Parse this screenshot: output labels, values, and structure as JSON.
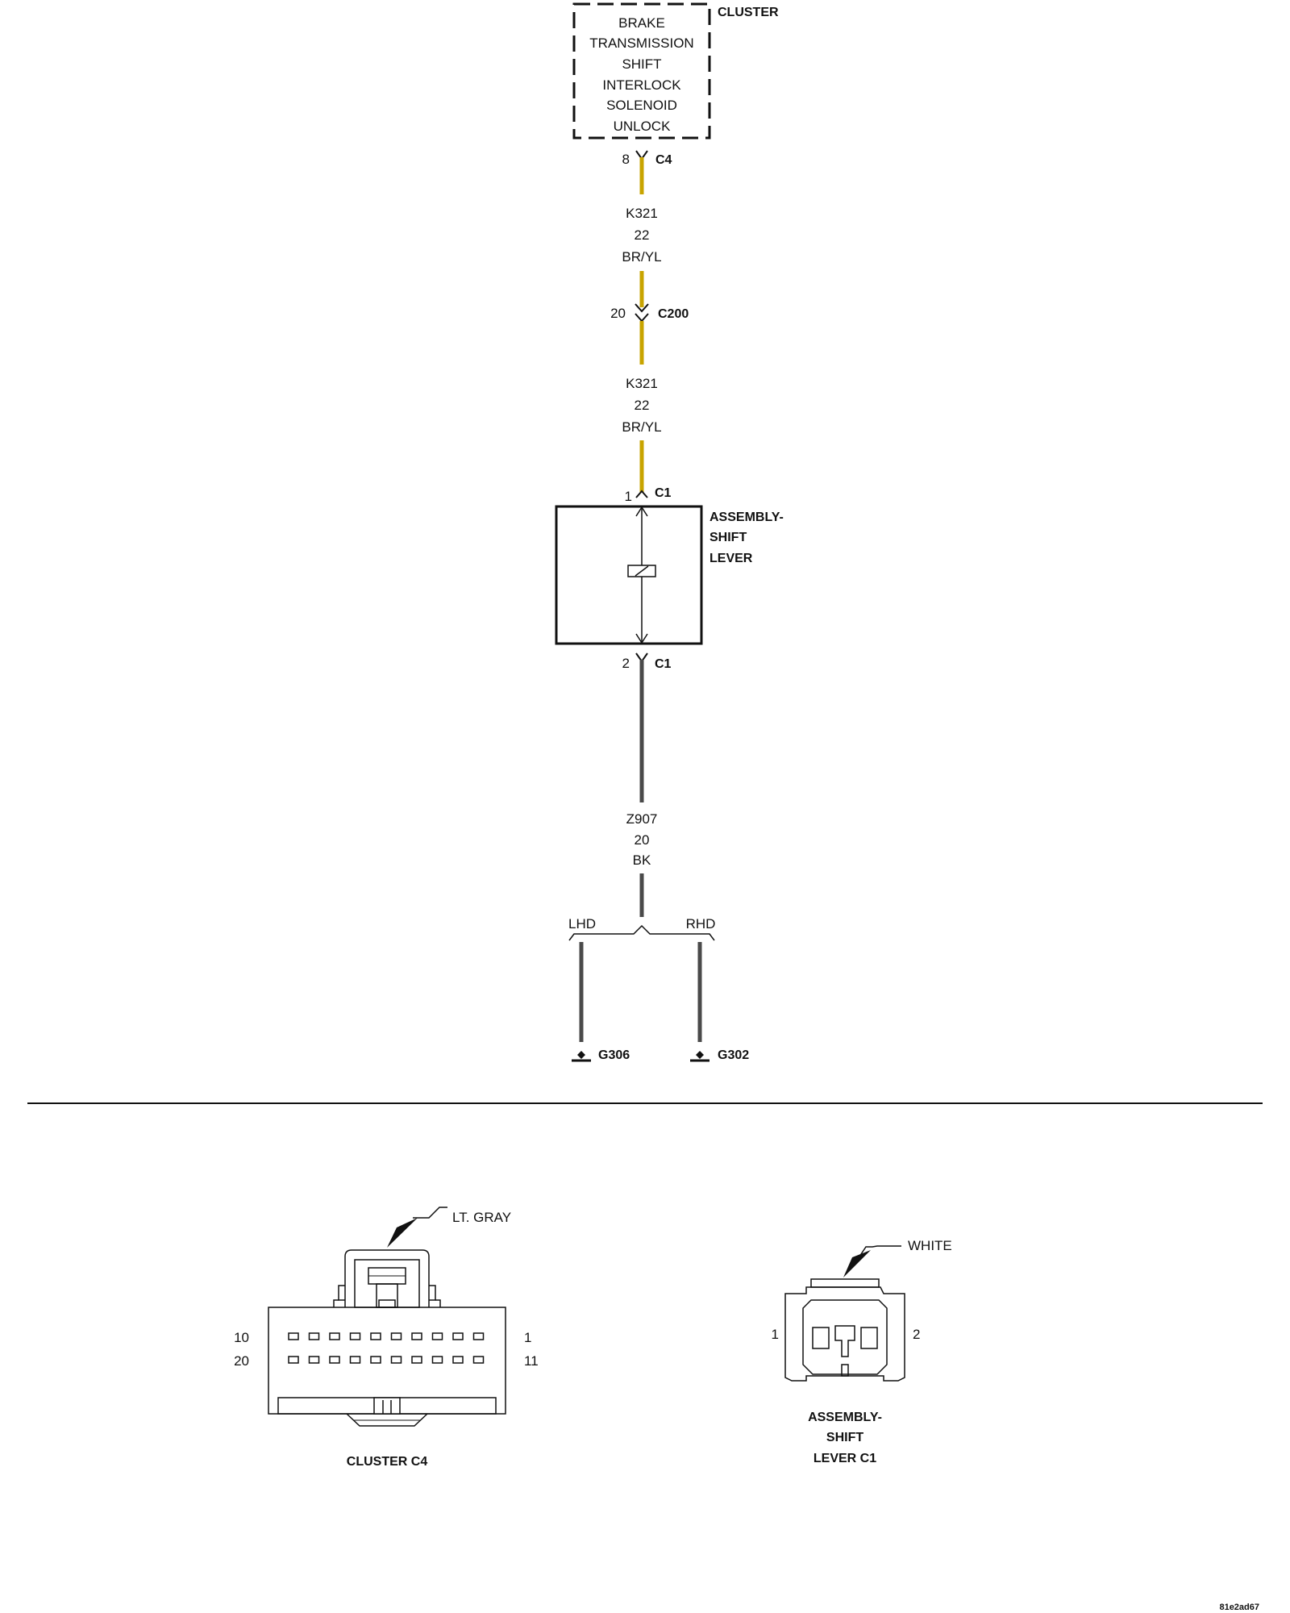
{
  "colors": {
    "wire_br_yl": "#c8a400",
    "wire_bk": "#4a4a4a",
    "ink": "#111111"
  },
  "cluster": {
    "name": "CLUSTER",
    "function_lines": [
      "BRAKE",
      "TRANSMISSION",
      "SHIFT",
      "INTERLOCK",
      "SOLENOID",
      "UNLOCK"
    ]
  },
  "connector_c4": {
    "pin": "8",
    "name": "C4"
  },
  "wire_k321_upper": {
    "circuit": "K321",
    "gauge": "22",
    "color": "BR/YL"
  },
  "connector_c200": {
    "pin": "20",
    "name": "C200"
  },
  "wire_k321_lower": {
    "circuit": "K321",
    "gauge": "22",
    "color": "BR/YL"
  },
  "shift_lever": {
    "name_lines": [
      "ASSEMBLY-",
      "SHIFT",
      "LEVER"
    ],
    "top_pin": "1",
    "top_conn": "C1",
    "bottom_pin": "2",
    "bottom_conn": "C1"
  },
  "wire_z907": {
    "circuit": "Z907",
    "gauge": "20",
    "color": "BK"
  },
  "branches": {
    "left": "LHD",
    "right": "RHD"
  },
  "grounds": {
    "left": "G306",
    "right": "G302"
  },
  "cluster_c4_face": {
    "color_label": "LT. GRAY",
    "pin_top_left": "10",
    "pin_top_right": "1",
    "pin_bottom_left": "20",
    "pin_bottom_right": "11",
    "caption": "CLUSTER C4"
  },
  "shift_lever_c1_face": {
    "color_label": "WHITE",
    "pin_left": "1",
    "pin_right": "2",
    "caption_lines": [
      "ASSEMBLY-",
      "SHIFT",
      "LEVER C1"
    ]
  },
  "image_code": "81e2ad67"
}
